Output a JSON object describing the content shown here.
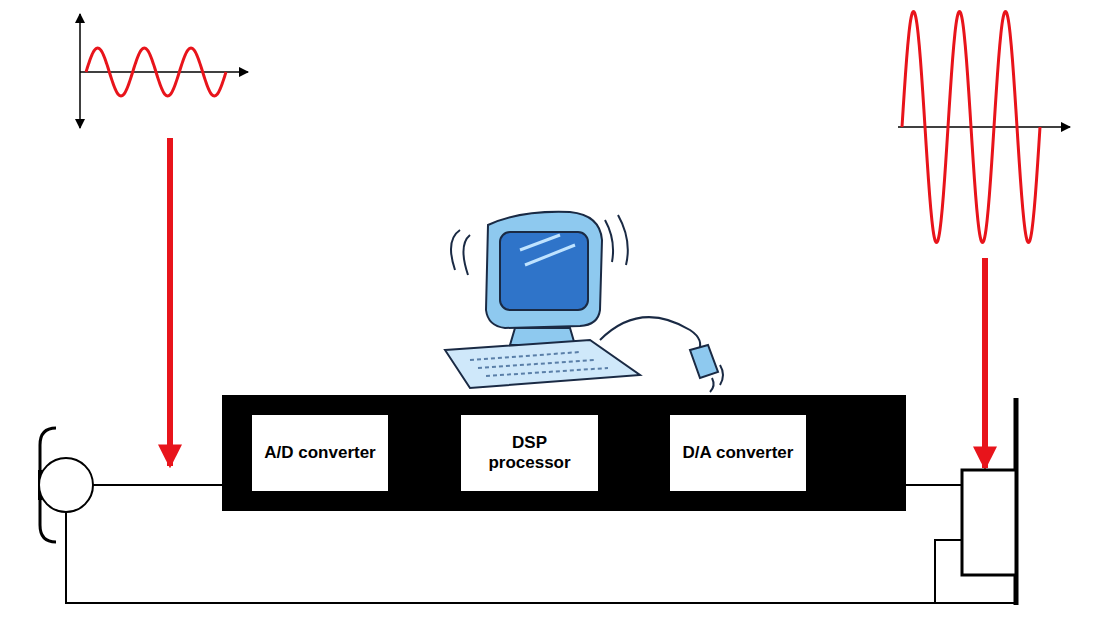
{
  "diagram": {
    "nodes": [
      {
        "text": [
          "A/D converter"
        ]
      },
      {
        "text": [
          "DSP processor"
        ]
      },
      {
        "text": [
          "D/A converter"
        ]
      }
    ]
  }
}
